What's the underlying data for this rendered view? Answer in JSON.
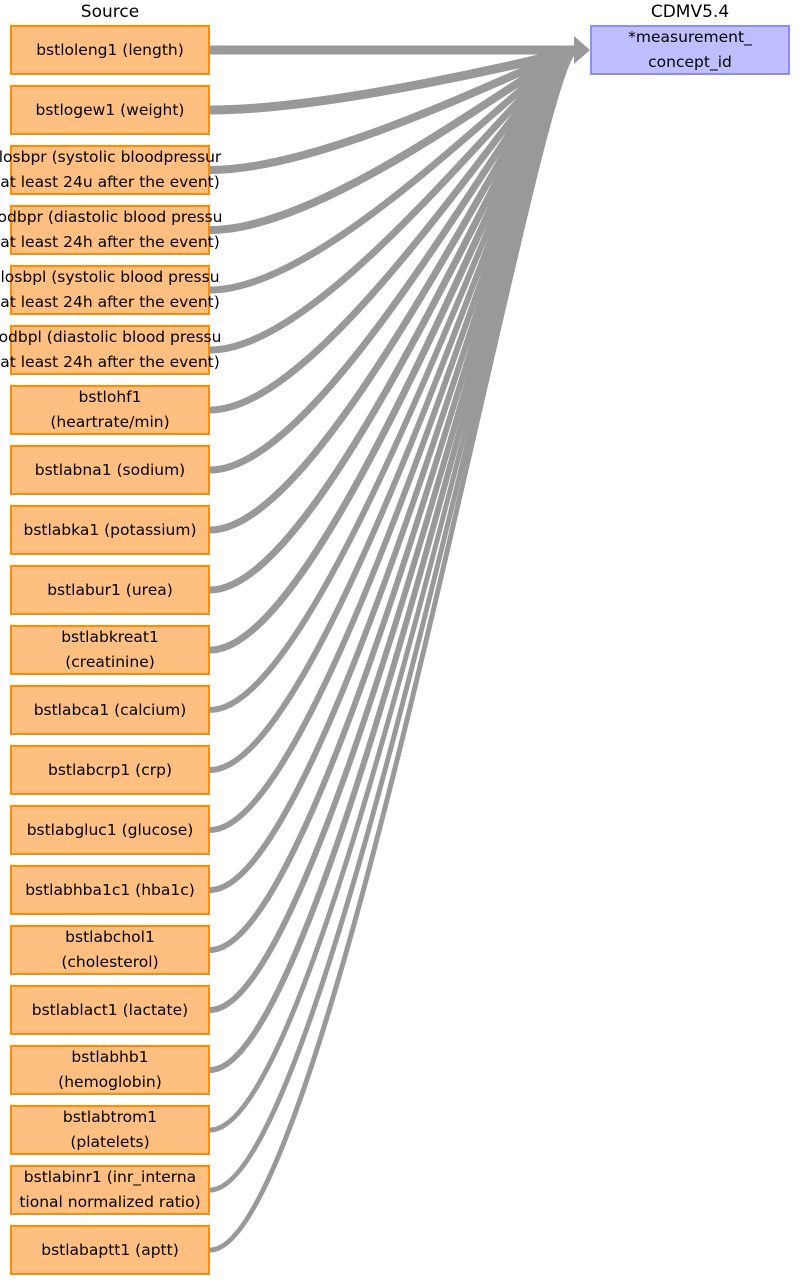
{
  "headers": {
    "source": "Source",
    "target": "CDMV5.4"
  },
  "target": {
    "label": "*measurement_\nconcept_id"
  },
  "sources": [
    {
      "label": "bstloleng1 (length)",
      "weight": 9
    },
    {
      "label": "bstlogew1 (weight)",
      "weight": 9
    },
    {
      "label": "losbpr (systolic bloodpressur\nat least 24u after the event)",
      "weight": 8
    },
    {
      "label": "odbpr (diastolic blood pressu\nat least 24h after the event)",
      "weight": 8
    },
    {
      "label": "losbpl (systolic blood pressu\nat least 24h after the event)",
      "weight": 7
    },
    {
      "label": "odbpl (diastolic blood pressu\nat least 24h after the event)",
      "weight": 7
    },
    {
      "label": "bstlohf1\n(heartrate/min)",
      "weight": 7
    },
    {
      "label": "bstlabna1 (sodium)",
      "weight": 7
    },
    {
      "label": "bstlabka1 (potassium)",
      "weight": 7
    },
    {
      "label": "bstlabur1 (urea)",
      "weight": 7
    },
    {
      "label": "bstlabkreat1\n(creatinine)",
      "weight": 7
    },
    {
      "label": "bstlabca1 (calcium)",
      "weight": 6
    },
    {
      "label": "bstlabcrp1 (crp)",
      "weight": 6
    },
    {
      "label": "bstlabgluc1 (glucose)",
      "weight": 6
    },
    {
      "label": "bstlabhba1c1 (hba1c)",
      "weight": 6
    },
    {
      "label": "bstlabchol1\n(cholesterol)",
      "weight": 6
    },
    {
      "label": "bstlablact1 (lactate)",
      "weight": 6
    },
    {
      "label": "bstlabhb1\n(hemoglobin)",
      "weight": 6
    },
    {
      "label": "bstlabtrom1\n(platelets)",
      "weight": 5
    },
    {
      "label": "bstlabinr1 (inr_interna\ntional normalized ratio)",
      "weight": 5
    },
    {
      "label": "bstlabaptt1 (aptt)",
      "weight": 5
    }
  ],
  "colors": {
    "source_fill": "#ffbf80",
    "source_border": "#ff8c00",
    "target_fill": "#bfbfff",
    "target_border": "#8c8cff",
    "link": "#999999"
  }
}
